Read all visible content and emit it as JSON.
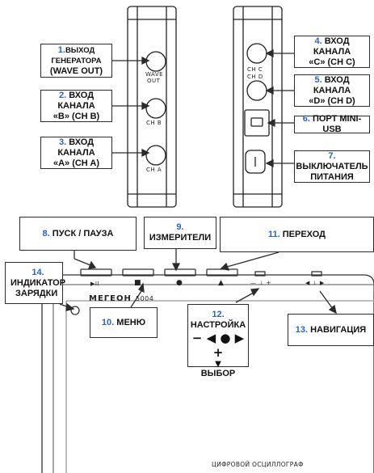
{
  "colors": {
    "accent": "#2a62c5",
    "line": "#2b2b2b"
  },
  "callouts": {
    "c1": {
      "num": "1.",
      "text1": "ВЫХОД ГЕНЕРАТОРА",
      "text2": "(WAVE OUT)"
    },
    "c2": {
      "num": "2.",
      "text1": "ВХОД КАНАЛА",
      "text2": "«B» (CH B)"
    },
    "c3": {
      "num": "3.",
      "text1": "ВХОД КАНАЛА",
      "text2": "«A» (CH A)"
    },
    "c4": {
      "num": "4.",
      "text1": "ВХОД КАНАЛА",
      "text2": "«C» (CH C)"
    },
    "c5": {
      "num": "5.",
      "text1": "ВХОД КАНАЛА",
      "text2": "«D» (CH D)"
    },
    "c6": {
      "num": "6.",
      "text1": "ПОРТ MINI-USB"
    },
    "c7": {
      "num": "7.",
      "text1": "ВЫКЛЮЧАТЕЛЬ",
      "text2": "ПИТАНИЯ"
    },
    "c8": {
      "num": "8.",
      "text1": "ПУСК / ПАУЗА"
    },
    "c9": {
      "num": "9.",
      "text1": "ИЗМЕРИТЕЛИ"
    },
    "c10": {
      "num": "10.",
      "text1": "МЕНЮ"
    },
    "c11": {
      "num": "11.",
      "text1": "ПЕРЕХОД"
    },
    "c12": {
      "num": "12.",
      "text1": "НАСТРОЙКА",
      "symbols": "− ◀ ● ▶ +",
      "down": "▼",
      "text2": "ВЫБОР"
    },
    "c13": {
      "num": "13.",
      "text1": "НАВИГАЦИЯ"
    },
    "c14": {
      "num": "14.",
      "text1": "ИНДИКАТОР",
      "text2": "ЗАРЯДКИ"
    }
  },
  "device": {
    "left_labels": [
      "WAVE",
      "OUT",
      "CH B",
      "CH A"
    ],
    "right_labels": [
      "CH C",
      "CH D"
    ],
    "brand": "МЕГЕОН",
    "model": "5004",
    "caption": "ЦИФРОВОЙ ОСЦИЛЛОГРАФ",
    "button_symbols": [
      "▶II",
      "■",
      "●",
      "▲"
    ],
    "rocker_left": "— ⊥ +",
    "rocker_right": "◀ ⊥ ▶"
  }
}
